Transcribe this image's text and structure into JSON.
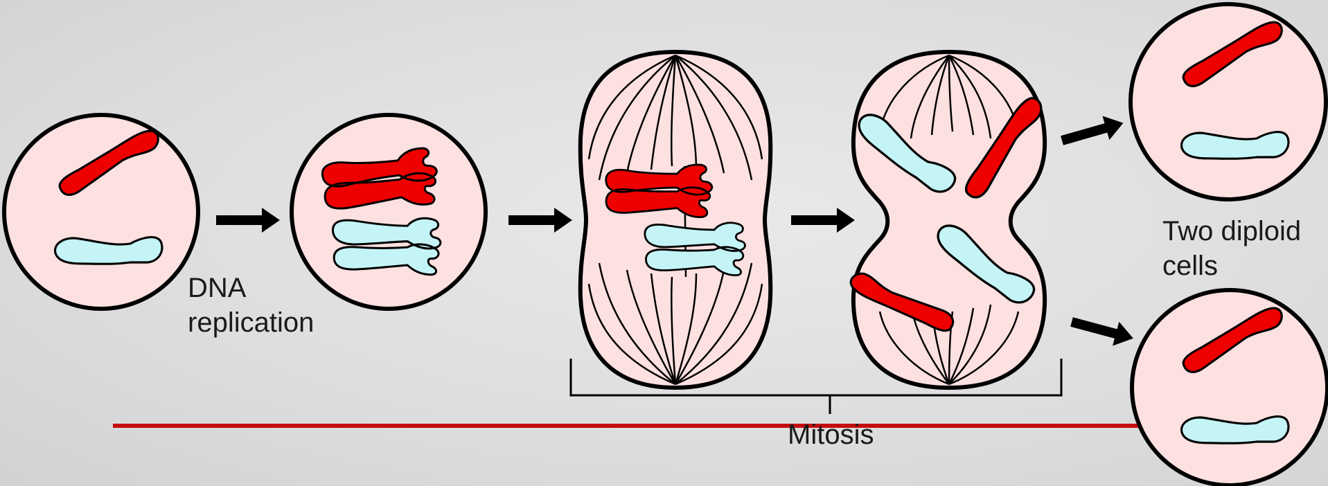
{
  "labels": {
    "dna_replication": [
      "DNA",
      "replication"
    ],
    "two_diploid_cells": [
      "Two diploid",
      "cells"
    ],
    "mitosis": "Mitosis"
  },
  "colors": {
    "cytoplasm": "#fde0e0",
    "outline": "#000000",
    "chromosome_red": "#ee0000",
    "chromosome_cyan": "#c4f4f6",
    "timeline": "#c40d0d",
    "background": "#dcdcdc"
  },
  "icons": [
    "arrow-right-icon"
  ]
}
